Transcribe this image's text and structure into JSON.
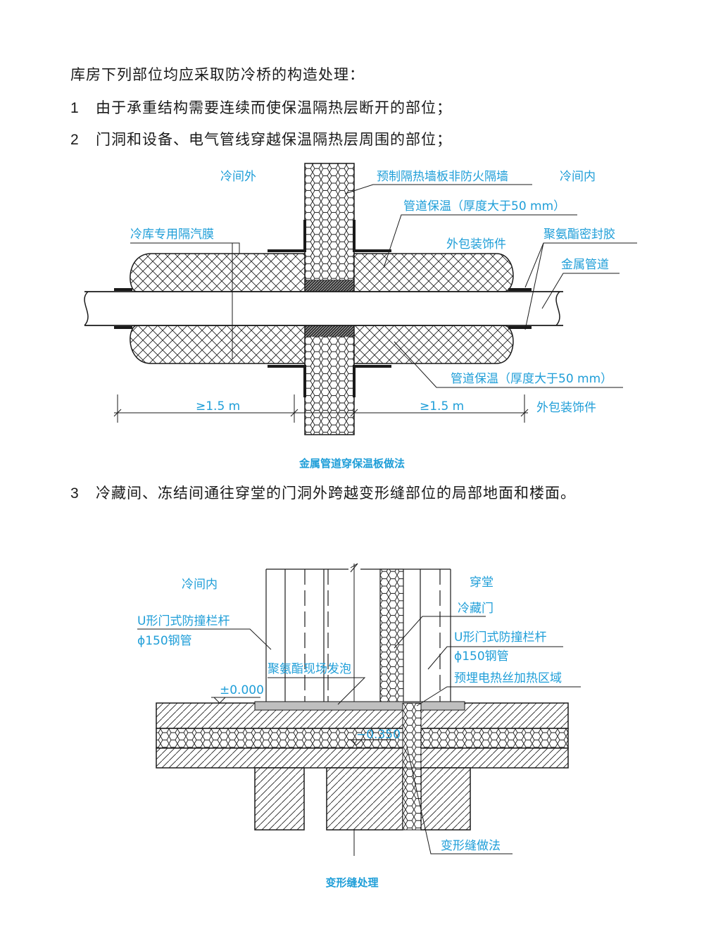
{
  "text": {
    "intro": "库房下列部位均应采取防冷桥的构造处理：",
    "items": [
      {
        "num": "1",
        "text": "由于承重结构需要连续而使保温隔热层断开的部位；"
      },
      {
        "num": "2",
        "text": "门洞和设备、电气管线穿越保温隔热层周围的部位；"
      },
      {
        "num": "3",
        "text": "冷藏间、冻结间通往穿堂的门洞外跨越变形缝部位的局部地面和楼面。"
      }
    ]
  },
  "diagram1": {
    "caption": "金属管道穿保温板做法",
    "labels": {
      "outside": "冷间外",
      "inside": "冷间内",
      "wall": "预制隔热墙板非防火隔墙",
      "pipe_insul_top": "管道保温（厚度大于50 mm）",
      "vapor_barrier": "冷库专用隔汽膜",
      "cladding_top": "外包装饰件",
      "sealant": "聚氨酯密封胶",
      "metal_pipe": "金属管道",
      "pipe_insul_bottom": "管道保温（厚度大于50 mm）",
      "dim_left": "≥1.5 m",
      "dim_right": "≥1.5 m",
      "cladding_bottom": "外包装饰件"
    }
  },
  "diagram2": {
    "caption": "变形缝处理",
    "labels": {
      "inside": "冷间内",
      "corridor": "穿堂",
      "rail_left_1": "U形门式防撞栏杆",
      "rail_left_2": "ϕ150钢管",
      "cold_door": "冷藏门",
      "rail_right_1": "U形门式防撞栏杆",
      "rail_right_2": "ϕ150钢管",
      "foam": "聚氨酯现场发泡",
      "heating": "预埋电热丝加热区域",
      "elev_0": "±0.000",
      "elev_1": "−0.350",
      "joint": "变形缝做法"
    }
  },
  "colors": {
    "label": "#1f9ed8",
    "line": "#1a1a1a"
  }
}
